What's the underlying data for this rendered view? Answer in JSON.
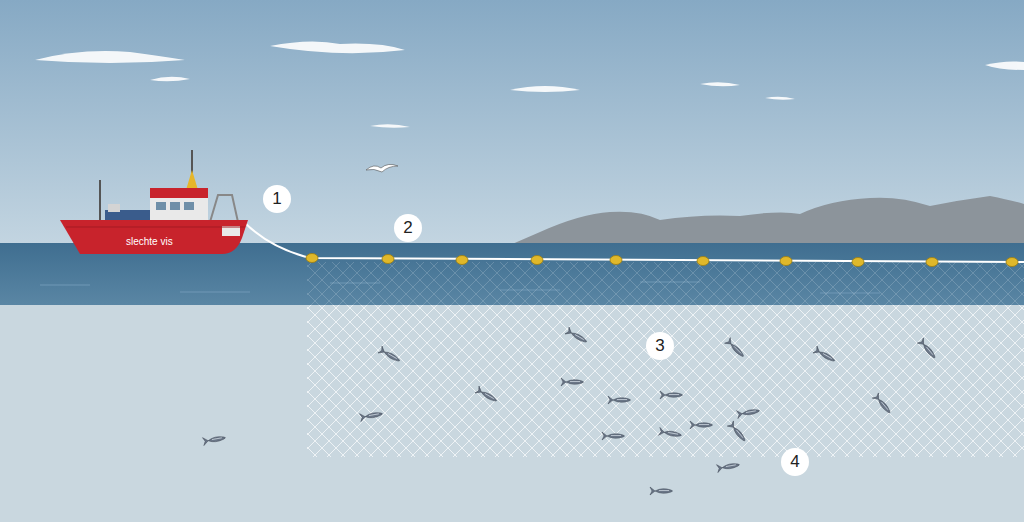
{
  "diagram": {
    "labels": [
      "1",
      "2",
      "3",
      "4",
      "slechte vis"
    ]
  }
}
